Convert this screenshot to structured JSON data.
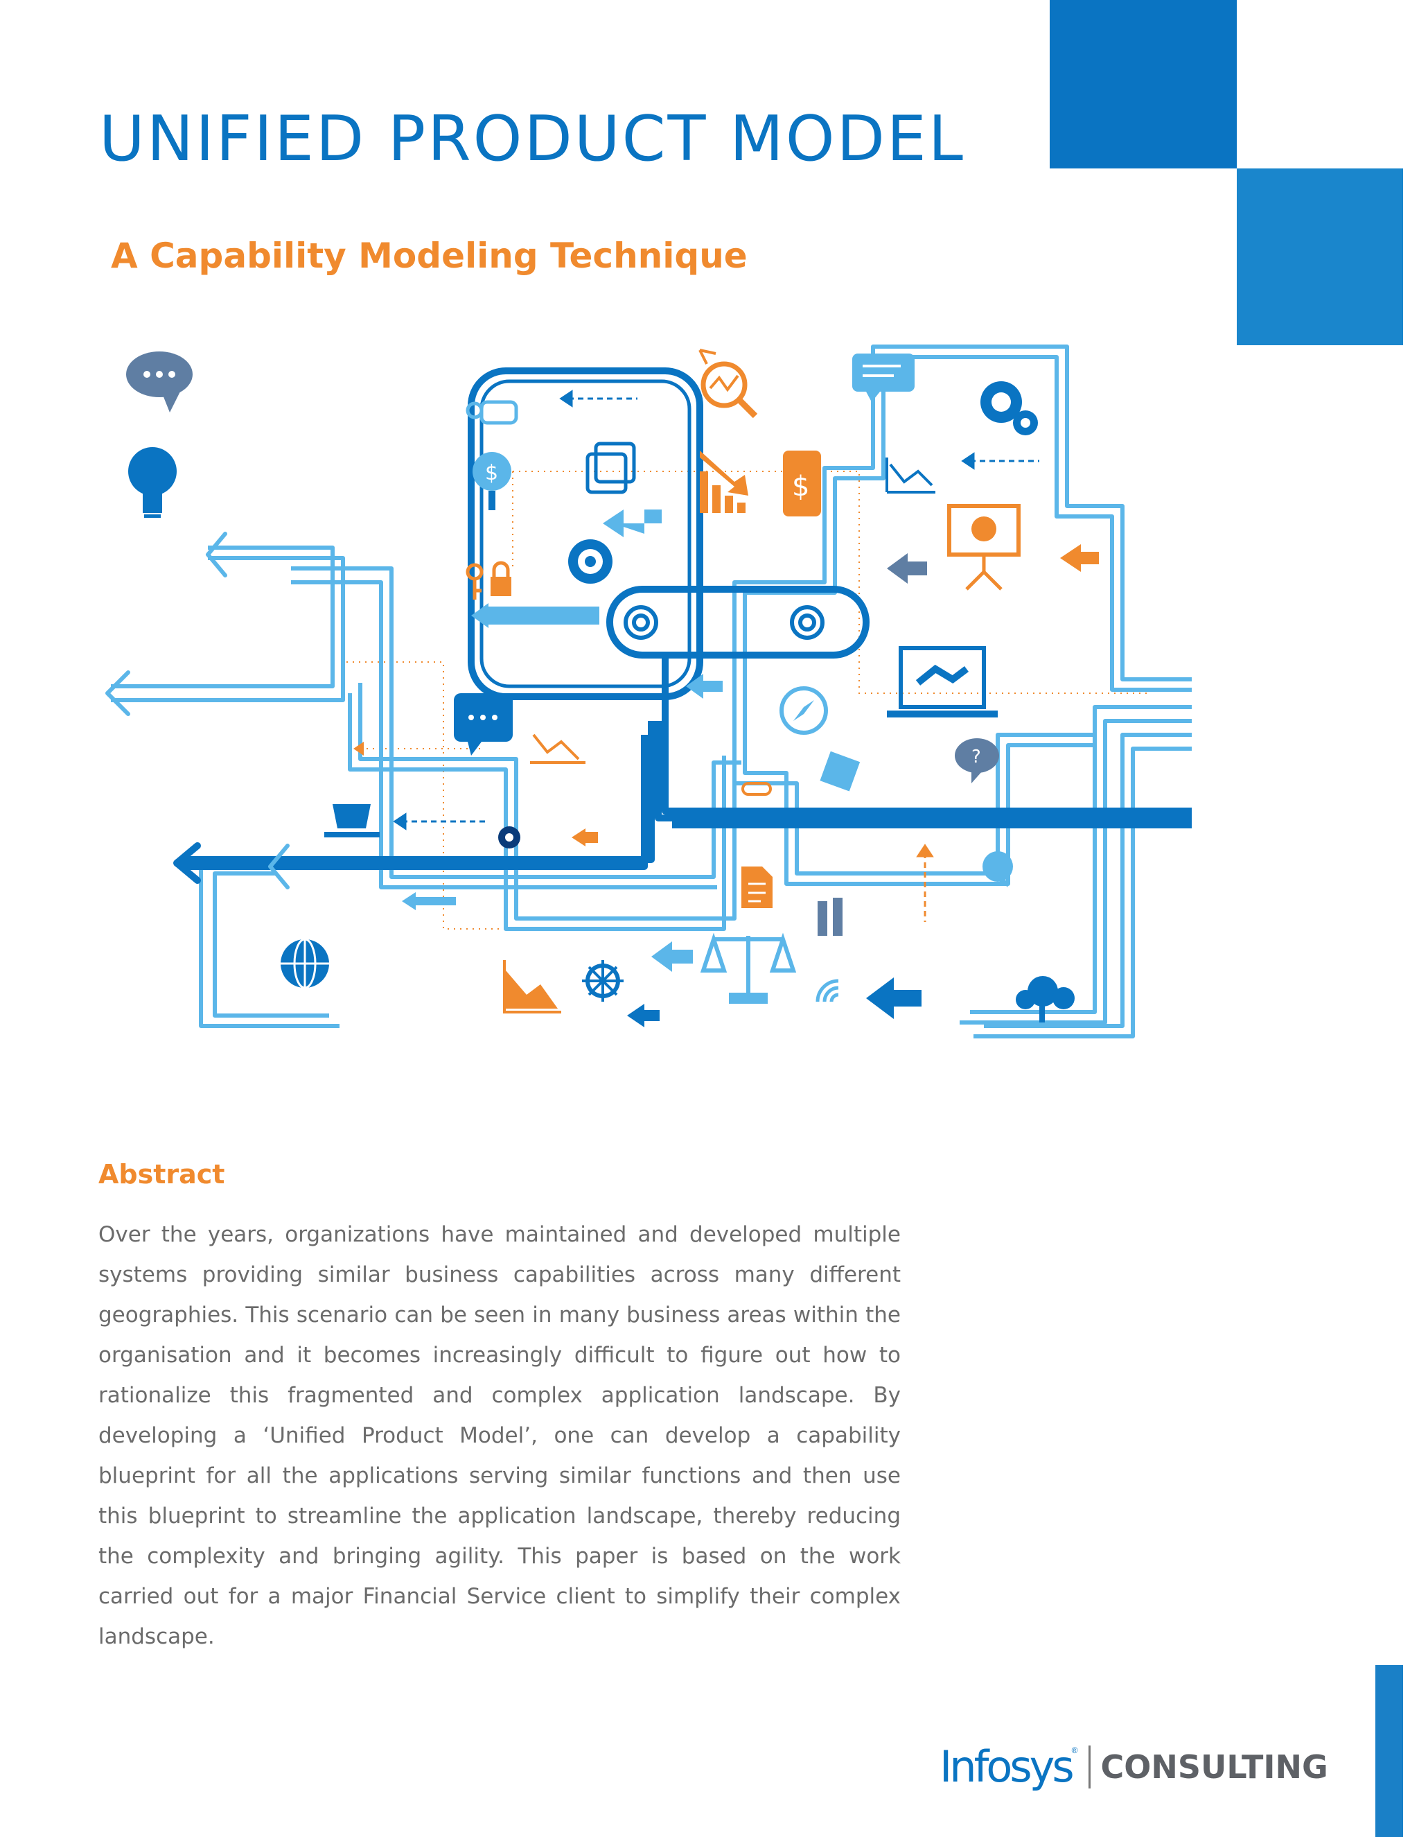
{
  "document": {
    "title": "UNIFIED PRODUCT MODEL",
    "subtitle": "A Capability Modeling Technique",
    "abstract_heading": "Abstract",
    "abstract_text": "Over the years, organizations have maintained and developed multiple systems providing similar business capabilities across many different geographies. This scenario can be seen in many business areas within the organisation and it becomes increasingly difficult to figure out how to rationalize this fragmented and complex application landscape. By developing a ‘Unified Product Model’, one can develop a capability blueprint for all the applications serving similar functions and then use this blueprint to streamline the application landscape, thereby reducing the complexity and bringing agility. This paper is based on the work carried out for a major Financial Service client to simplify their complex landscape."
  },
  "brand": {
    "logo_name": "Infosys",
    "logo_division": "CONSULTING",
    "primary_color": "#0a74c2",
    "accent_color": "#f08a2e",
    "light_blue": "#5bb6e9"
  },
  "illustration": {
    "icons": [
      "speech-bubble-icon",
      "lightbulb-icon",
      "hand-pointer-icon",
      "money-search-icon",
      "calendar-icon",
      "gear-icon",
      "key-icon",
      "lock-icon",
      "trend-magnifier-icon",
      "declining-chart-icon",
      "mobile-money-icon",
      "message-icon",
      "gears-icon",
      "line-chart-icon",
      "presentation-board-icon",
      "laptop-handshake-icon",
      "question-bubble-icon",
      "compass-icon",
      "puzzle-icon",
      "coffee-cup-icon",
      "document-icon",
      "people-icon",
      "scale-icon",
      "wifi-icon",
      "cloud-icon",
      "globe-icon",
      "ship-wheel-icon",
      "chat-bubble-icon",
      "arrow-left-icon"
    ]
  }
}
